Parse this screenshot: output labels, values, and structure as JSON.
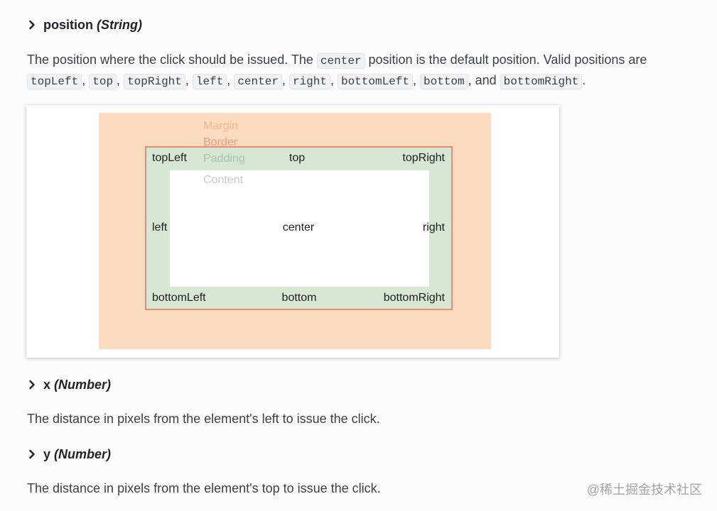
{
  "params": {
    "position": {
      "name": "position",
      "type": "(String)",
      "description": [
        {
          "text": "The position where the click should be issued. The "
        },
        {
          "code": "center"
        },
        {
          "text": " position is the default position. Valid positions are"
        },
        {
          "code": "topLeft"
        },
        {
          "text": ", "
        },
        {
          "code": "top"
        },
        {
          "text": ", "
        },
        {
          "code": "topRight"
        },
        {
          "text": ", "
        },
        {
          "code": "left"
        },
        {
          "text": ", "
        },
        {
          "code": "center"
        },
        {
          "text": ", "
        },
        {
          "code": "right"
        },
        {
          "text": ", "
        },
        {
          "code": "bottomLeft"
        },
        {
          "text": ", "
        },
        {
          "code": "bottom"
        },
        {
          "text": ", and "
        },
        {
          "code": "bottomRight"
        },
        {
          "text": "."
        }
      ]
    },
    "x": {
      "name": "x",
      "type": "(Number)",
      "description": "The distance in pixels from the element's left to issue the click."
    },
    "y": {
      "name": "y",
      "type": "(Number)",
      "description": "The distance in pixels from the element's top to issue the click."
    }
  },
  "diagram": {
    "layer_labels": {
      "margin": "Margin",
      "border": "Border",
      "padding": "Padding",
      "content": "Content"
    },
    "position_labels": {
      "topLeft": "topLeft",
      "top": "top",
      "topRight": "topRight",
      "left": "left",
      "center": "center",
      "right": "right",
      "bottomLeft": "bottomLeft",
      "bottom": "bottom",
      "bottomRight": "bottomRight"
    }
  },
  "icons": {
    "param_marker": "chevron-right-icon"
  },
  "watermark": "@稀土掘金技术社区",
  "colors": {
    "page_bg": "#fcfcfd",
    "body_text": "#3a3f48",
    "heading_text": "#1f232a",
    "code_bg": "#f1f2f4",
    "code_border": "#e2e4e8",
    "margin_fill": "#fcdcbe",
    "margin_text": "#f5b88f",
    "border_line": "#ec8a73",
    "border_text": "#ef9a80",
    "padding_fill": "#d7e7d4",
    "padding_text": "#a8c4a3",
    "content_fill": "#ffffff",
    "content_text": "#c8c8c8",
    "label_text": "#1f1f1f",
    "watermark_text": "#a3a3a3"
  }
}
